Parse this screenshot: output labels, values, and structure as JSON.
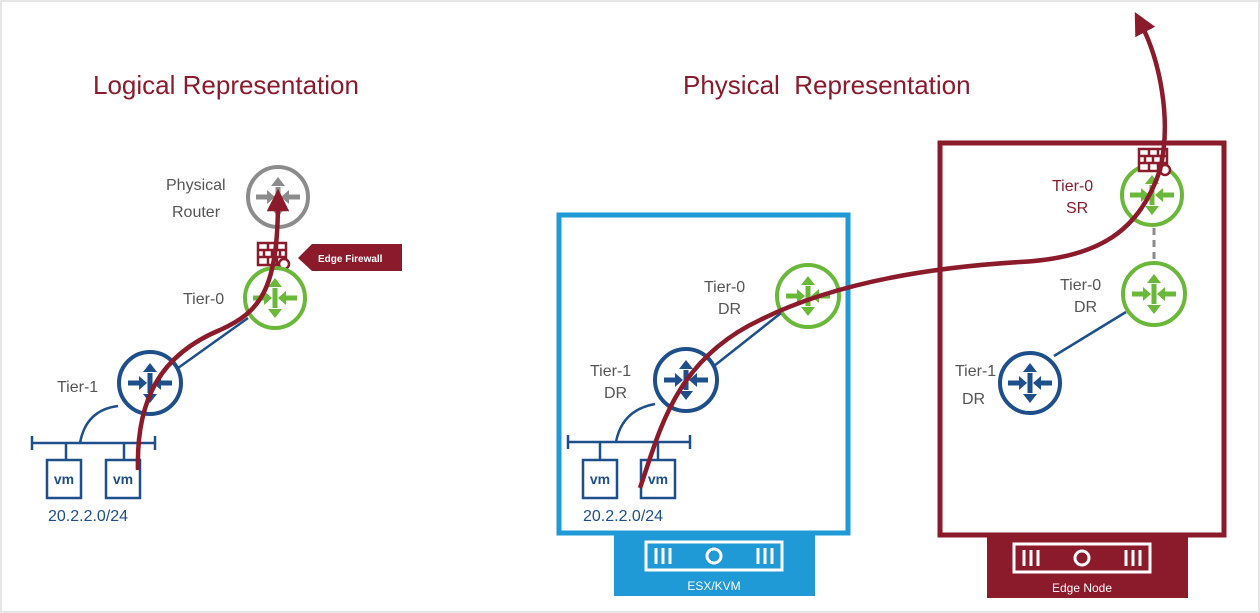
{
  "logical": {
    "title": "Logical Representation",
    "physical_router_label_line1": "Physical",
    "physical_router_label_line2": "Router",
    "edge_firewall_label": "Edge Firewall",
    "tier0_label": "Tier-0",
    "tier1_label": "Tier-1",
    "vm_label": "vm",
    "subnet_label": "20.2.2.0/24"
  },
  "physical": {
    "title": "Physical  Representation",
    "esx_tier0_line1": "Tier-0",
    "esx_tier0_line2": "DR",
    "esx_tier1_line1": "Tier-1",
    "esx_tier1_line2": "DR",
    "vm_label": "vm",
    "subnet_label": "20.2.2.0/24",
    "esx_host_label": "ESX/KVM",
    "edge_sr_line1": "Tier-0",
    "edge_sr_line2": "SR",
    "edge_dr_line1": "Tier-0",
    "edge_dr_line2": "DR",
    "edge_tier1_line1": "Tier-1",
    "edge_tier1_line2": "DR",
    "edge_node_label": "Edge Node"
  },
  "colors": {
    "maroon": "#8b1a2b",
    "navy": "#1e4f8a",
    "green": "#6ab83a",
    "gray": "#8c8c8c",
    "esx_blue": "#1f9ad6"
  }
}
